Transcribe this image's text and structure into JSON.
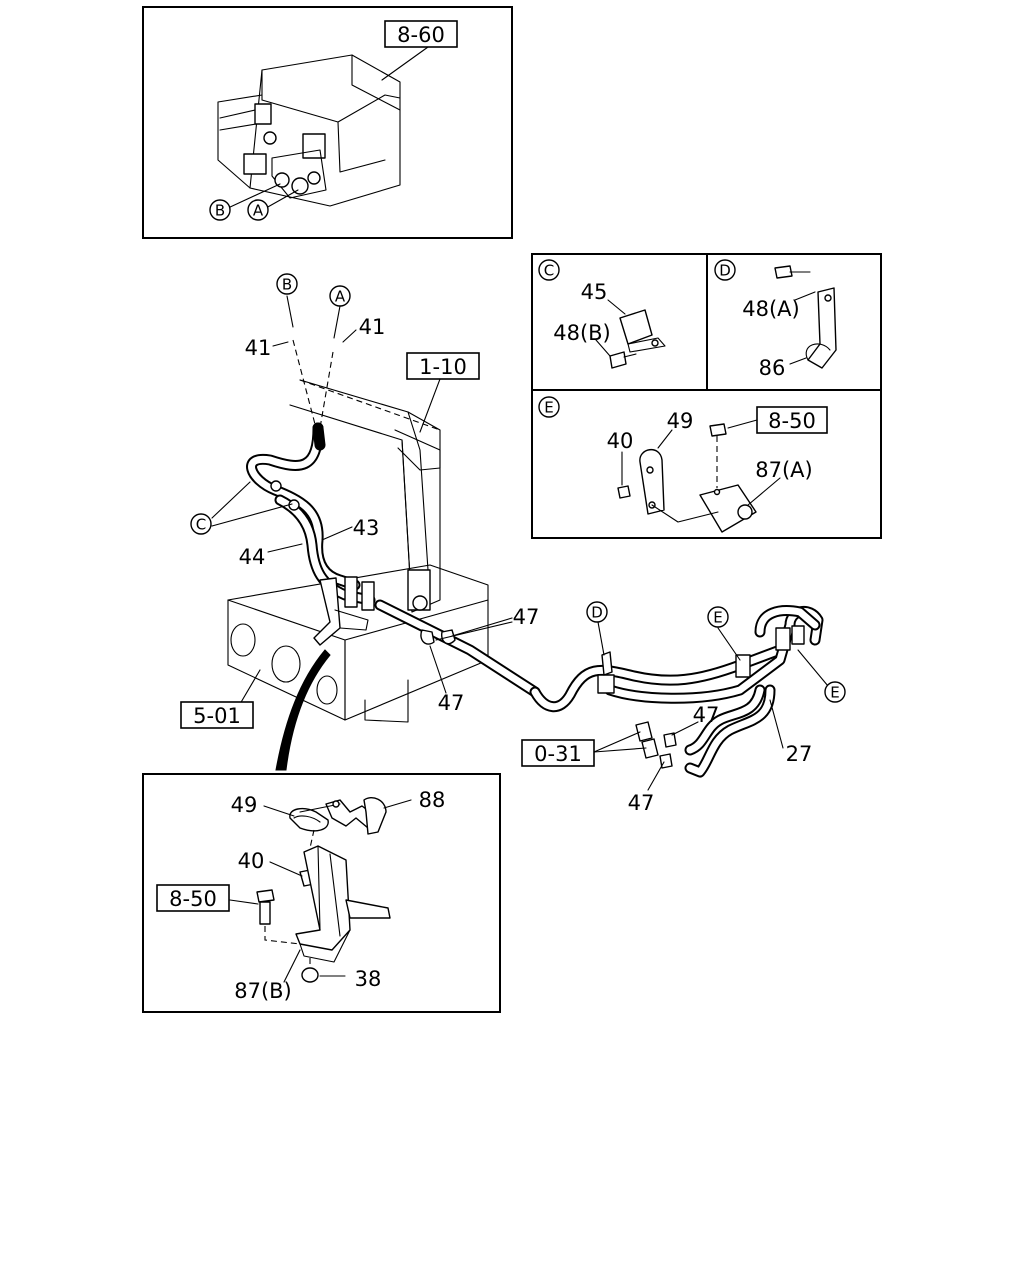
{
  "refs": {
    "r860": "8-60",
    "r110": "1-10",
    "r501": "5-01",
    "r031": "0-31",
    "r850e": "8-50",
    "r850b": "8-50"
  },
  "parts": {
    "p41a": "41",
    "p41b": "41",
    "p43": "43",
    "p44": "44",
    "p47a": "47",
    "p47b": "47",
    "p47c": "47",
    "p47d": "47",
    "p27": "27",
    "p45": "45",
    "p48b": "48(B)",
    "p48a": "48(A)",
    "p86": "86",
    "p40e": "40",
    "p49e": "49",
    "p87a": "87(A)",
    "p49b": "49",
    "p88": "88",
    "p40b": "40",
    "p87b": "87(B)",
    "p38": "38"
  },
  "callouts": {
    "a_top": "A",
    "b_top": "B",
    "a_main": "A",
    "b_main": "B",
    "c_main": "C",
    "d_main": "D",
    "e_main1": "E",
    "e_main2": "E",
    "c_panel": "C",
    "d_panel": "D",
    "e_panel": "E"
  }
}
